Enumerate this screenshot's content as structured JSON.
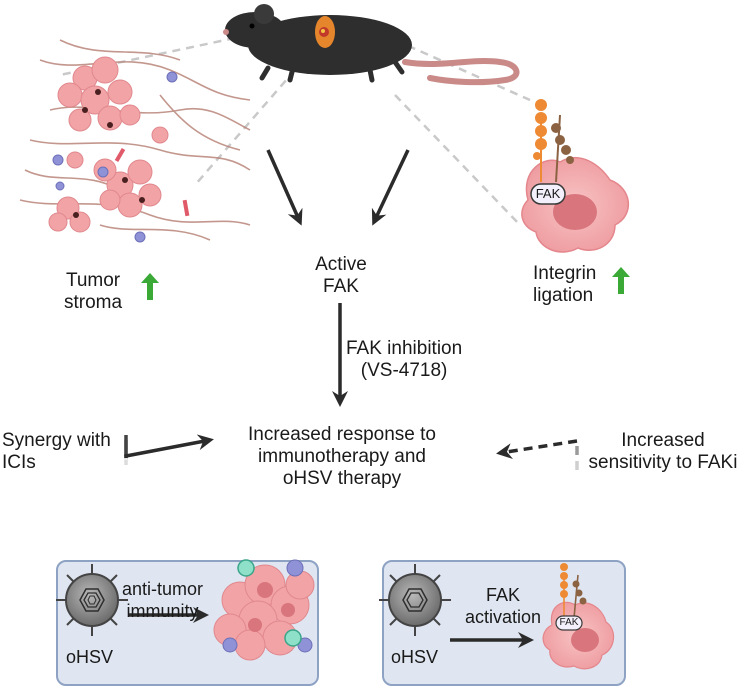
{
  "labels": {
    "tumor_stroma": [
      "Tumor",
      "stroma"
    ],
    "active_fak": [
      "Active",
      "FAK"
    ],
    "integrin_ligation": [
      "Integrin",
      "ligation"
    ],
    "fak_inhibition": [
      "FAK inhibition",
      "(VS-4718)"
    ],
    "increased_response": [
      "Increased response to",
      "immunotherapy and",
      "oHSV therapy"
    ],
    "synergy": [
      "Synergy with",
      "ICIs"
    ],
    "increased_sensitivity": [
      "Increased",
      "sensitivity to FAKi"
    ],
    "anti_tumor_immunity": [
      "anti-tumor",
      "immunity"
    ],
    "ohsv_left": "oHSV",
    "fak_activation": [
      "FAK",
      "activation"
    ],
    "ohsv_right": "oHSV",
    "fak_tag_top": "FAK",
    "fak_tag_bottom": "FAK"
  },
  "icons": [
    "mouse-icon",
    "tumor-stroma-icon",
    "integrin-cell-icon",
    "virus-icon",
    "immune-tumor-cluster-icon",
    "up-arrow-icon"
  ],
  "colors": {
    "up_arrow": "#3aa935",
    "box_fill": "#dfe6f2",
    "box_border": "#8ea2c4",
    "arrow": "#2b2b2b",
    "dashed_line": "#c9c9c9",
    "cell_fill": "#f4a9ac",
    "nucleus": "#d9757c",
    "integrin_orange": "#ee8a33",
    "integrin_brown": "#8b6242"
  }
}
